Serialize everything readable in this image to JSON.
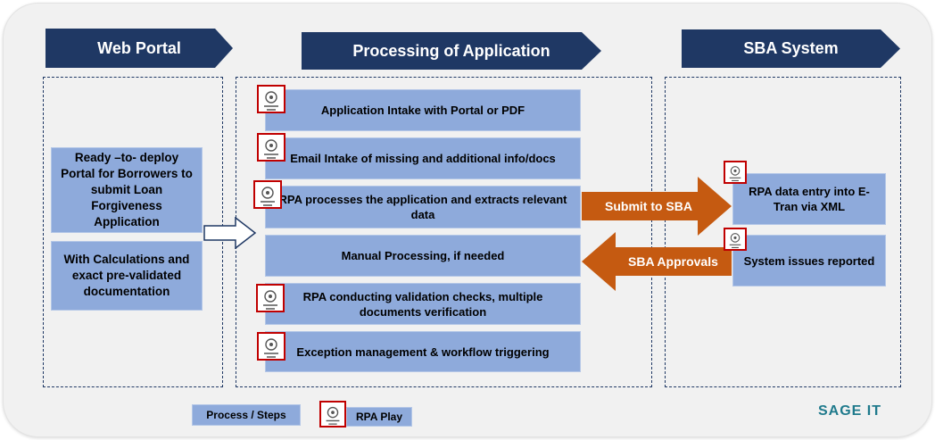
{
  "headers": {
    "web_portal": "Web Portal",
    "processing": "Processing of Application",
    "sba_system": "SBA System"
  },
  "web_portal": {
    "box1": "Ready –to- deploy Portal for Borrowers to submit Loan Forgiveness Application",
    "box2": "With Calculations and exact pre-validated documentation"
  },
  "processing_steps": [
    "Application Intake with Portal or PDF",
    "Email Intake of missing and additional info/docs",
    "RPA processes the application and extracts relevant data",
    "Manual Processing, if needed",
    "RPA conducting validation checks,  multiple documents verification",
    "Exception management & workflow triggering"
  ],
  "sba_system": {
    "box1": "RPA data entry into E-Tran via XML",
    "box2": "System issues reported"
  },
  "arrows": {
    "submit": "Submit to SBA",
    "approvals": "SBA Approvals"
  },
  "legend": {
    "process": "Process / Steps",
    "rpa": "RPA Play"
  },
  "logo": "SAGE IT",
  "colors": {
    "header_navy": "#1f3864",
    "box_blue": "#8eaadb",
    "arrow_orange": "#c55a11",
    "icon_border": "#c00000"
  }
}
